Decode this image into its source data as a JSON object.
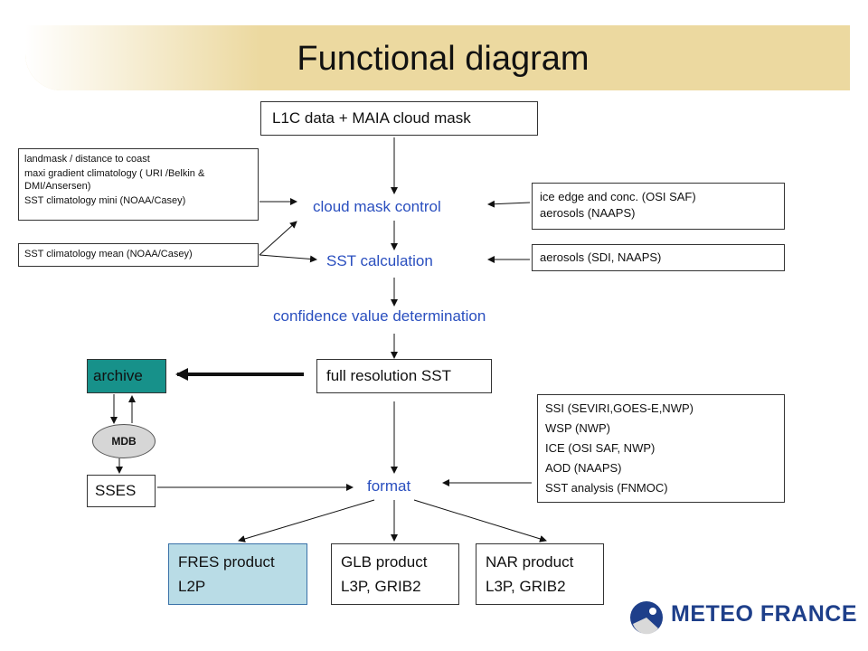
{
  "title": "Functional diagram",
  "nodes": {
    "input": "L1C data + MAIA cloud mask",
    "cloud_mask_control": "cloud mask control",
    "sst_calculation": "SST calculation",
    "confidence": "confidence value determination",
    "full_res_sst": "full resolution SST",
    "archive": "archive",
    "mdb": "MDB",
    "sses": "SSES",
    "format": "format"
  },
  "left_inputs_top": [
    "landmask / distance to coast",
    "maxi gradient climatology ( URI /Belkin & DMI/Ansersen)",
    "SST climatology mini (NOAA/Casey)"
  ],
  "left_input_bottom": "SST climatology mean (NOAA/Casey)",
  "right_inputs_top": [
    "ice edge and conc. (OSI SAF)",
    "aerosols (NAAPS)"
  ],
  "right_input_bottom": "aerosols (SDI, NAAPS)",
  "format_inputs": [
    "SSI (SEVIRI,GOES-E,NWP)",
    "WSP (NWP)",
    "ICE (OSI SAF, NWP)",
    "AOD (NAAPS)",
    "SST analysis (FNMOC)"
  ],
  "products": [
    {
      "name": "FRES product",
      "format": "L2P"
    },
    {
      "name": "GLB product",
      "format": "L3P, GRIB2"
    },
    {
      "name": "NAR product",
      "format": "L3P, GRIB2"
    }
  ],
  "logo": "METEO FRANCE",
  "colors": {
    "banner": "#ecd9a0",
    "accent_text": "#2a4fbf",
    "archive": "#17918a",
    "product_highlight": "#b9dce6",
    "logo": "#1e3f8a"
  }
}
